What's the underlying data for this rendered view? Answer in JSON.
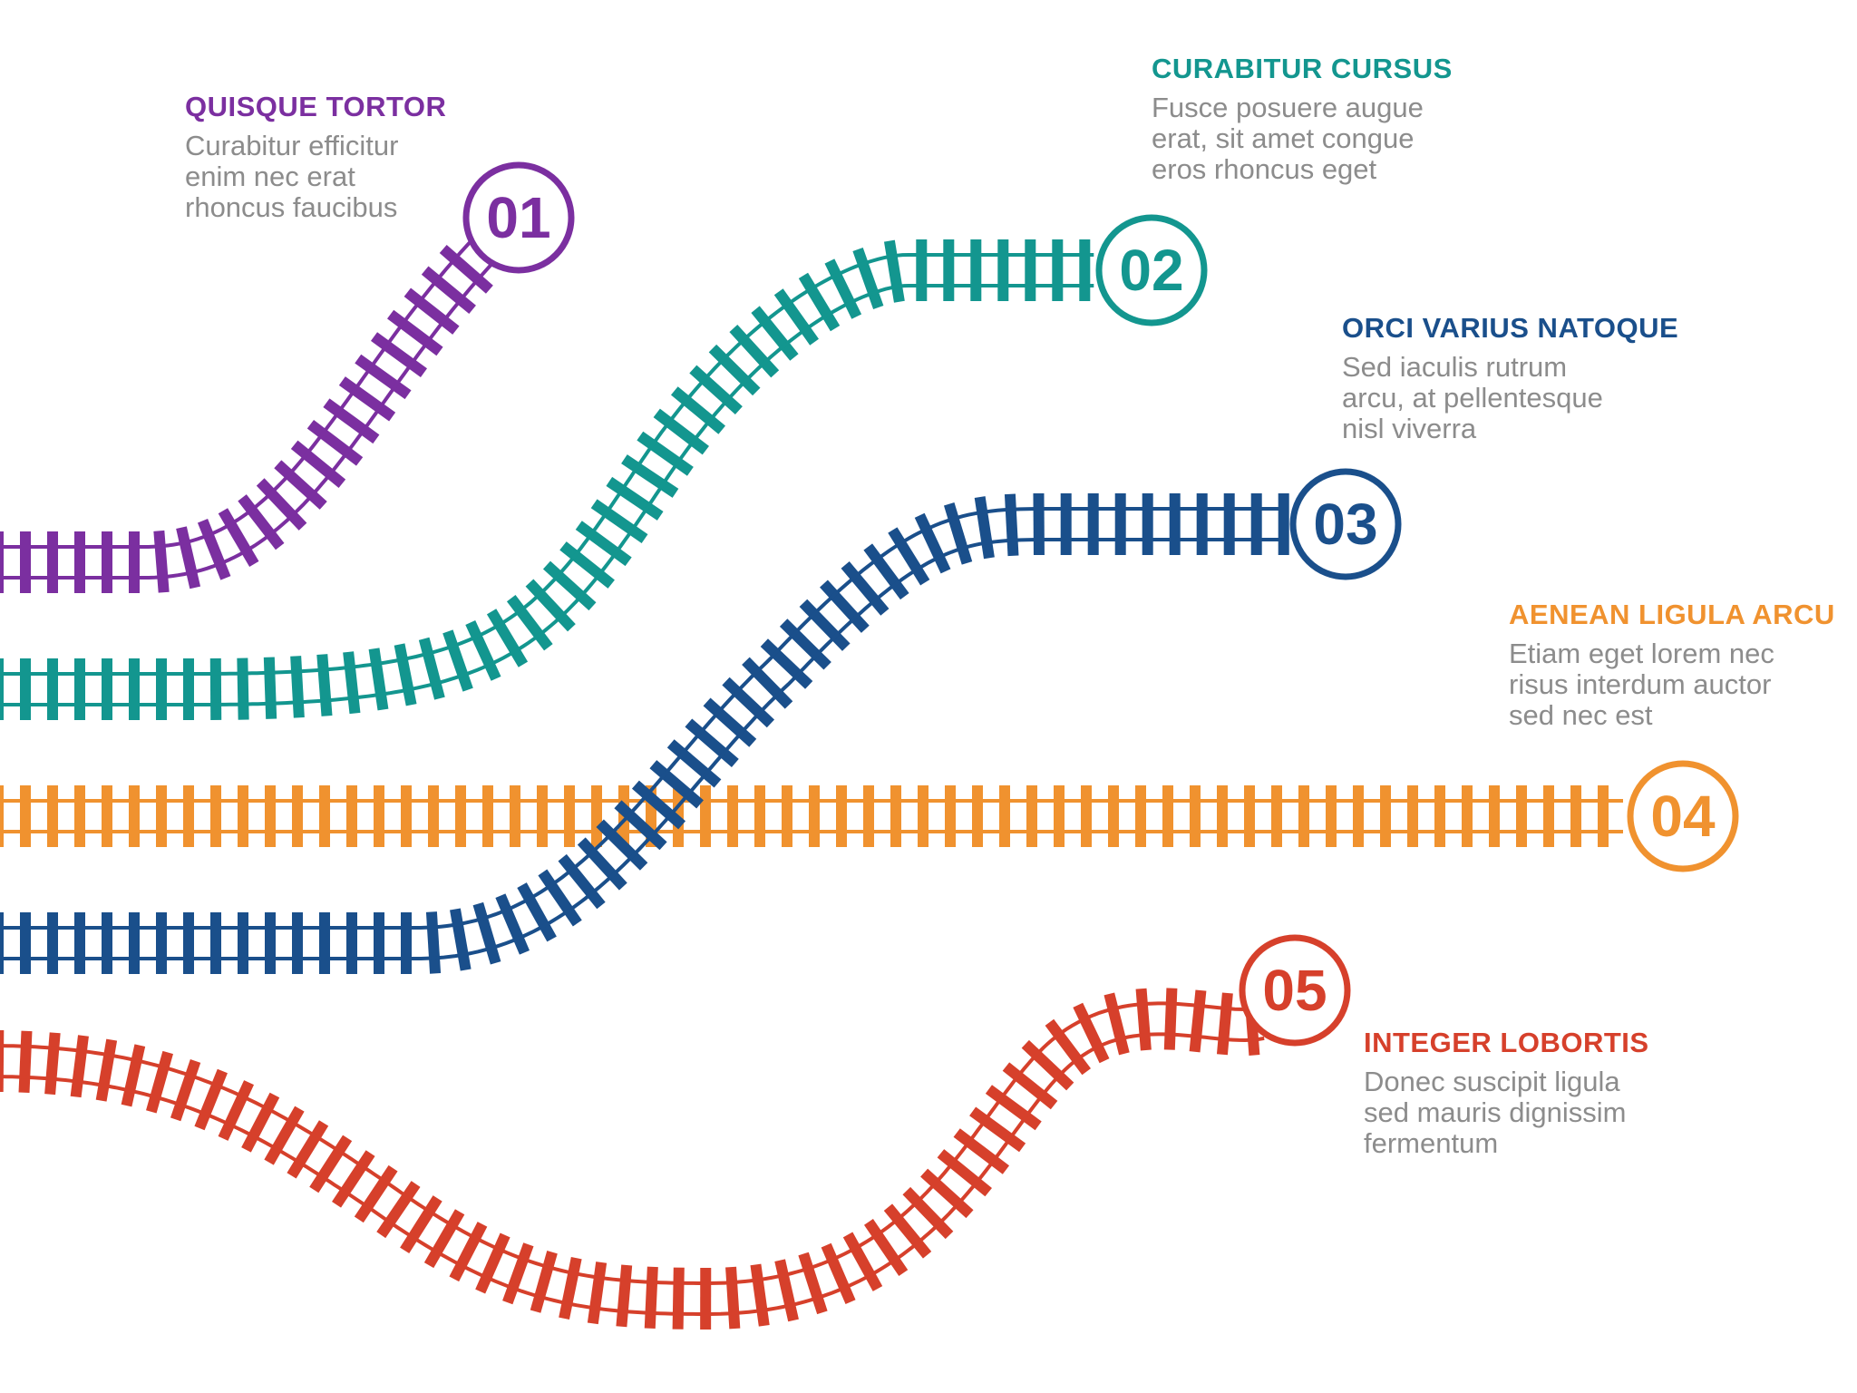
{
  "steps": [
    {
      "number": "01",
      "title": "QUISQUE TORTOR",
      "text": "Curabitur efficitur\nenim nec erat\nrhoncus faucibus",
      "color": "#7b2fa0"
    },
    {
      "number": "02",
      "title": "CURABITUR CURSUS",
      "text": "Fusce posuere augue\nerat, sit amet congue\neros rhoncus eget",
      "color": "#13968f"
    },
    {
      "number": "03",
      "title": "ORCI VARIUS NATOQUE",
      "text": "Sed iaculis rutrum\narcu, at pellentesque\nnisl viverra",
      "color": "#1a4f8b"
    },
    {
      "number": "04",
      "title": "AENEAN LIGULA ARCU",
      "text": "Etiam eget lorem nec\nrisus interdum auctor\nsed nec est",
      "color": "#f0922f"
    },
    {
      "number": "05",
      "title": "INTEGER LOBORTIS",
      "text": "Donec suscipit ligula\nsed mauris dignissim\nfermentum",
      "color": "#d6402b"
    }
  ]
}
